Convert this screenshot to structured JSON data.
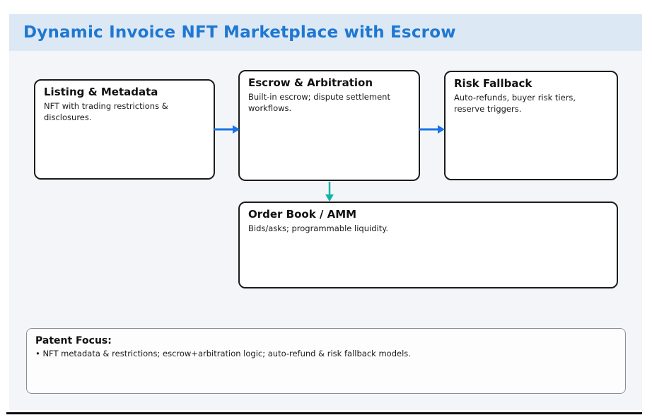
{
  "title": "Dynamic Invoice NFT Marketplace with Escrow",
  "colors": {
    "title_text": "#1e78d2",
    "header_band": "#dde8f5",
    "canvas_background": "#f3f5f9",
    "flow_arrow": "#1a73e8",
    "branch_arrow": "#10b5a5",
    "box_border": "#1c1c1c",
    "note_border": "#8a909a"
  },
  "boxes": [
    {
      "title": "Listing & Metadata",
      "body": [
        "NFT with trading restrictions &",
        "disclosures."
      ]
    },
    {
      "title": "Escrow & Arbitration",
      "body": [
        "Built-in escrow; dispute settlement",
        "workflows."
      ]
    },
    {
      "title": "Risk Fallback",
      "body": [
        "Auto-refunds, buyer risk tiers,",
        "reserve triggers."
      ]
    },
    {
      "title": "Order Book / AMM",
      "body": [
        "Bids/asks; programmable liquidity."
      ]
    }
  ],
  "arrows": [
    {
      "name": "listing-to-escrow",
      "direction": "right"
    },
    {
      "name": "escrow-to-risk",
      "direction": "right"
    },
    {
      "name": "escrow-to-orderbook",
      "direction": "down"
    }
  ],
  "note": {
    "title": "Patent Focus:",
    "body": "• NFT metadata & restrictions; escrow+arbitration logic; auto-refund & risk fallback models."
  }
}
